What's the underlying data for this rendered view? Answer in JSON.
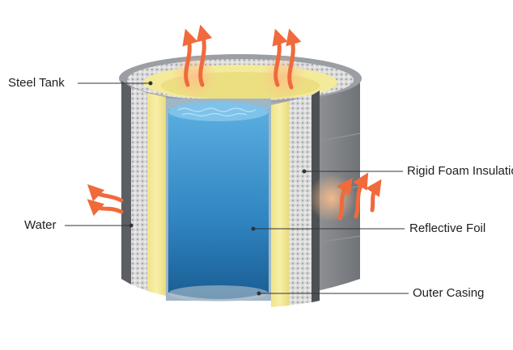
{
  "labels": {
    "steel_tank": "Steel Tank",
    "water": "Water",
    "rigid_foam": "Rigid Foam Insulation",
    "reflective_foil": "Reflective Foil",
    "outer_casing": "Outer Casing"
  },
  "colors": {
    "outer_casing": "#a9abae",
    "foil": "#d9d9d9",
    "foam": "#f3ea9a",
    "water_top": "#4b9fd6",
    "water_bottom": "#1f6da8",
    "heat_arrow": "#f06a3b",
    "leader_line": "#333333"
  },
  "icons": {
    "heat": "heat-wave-arrow-icon"
  }
}
